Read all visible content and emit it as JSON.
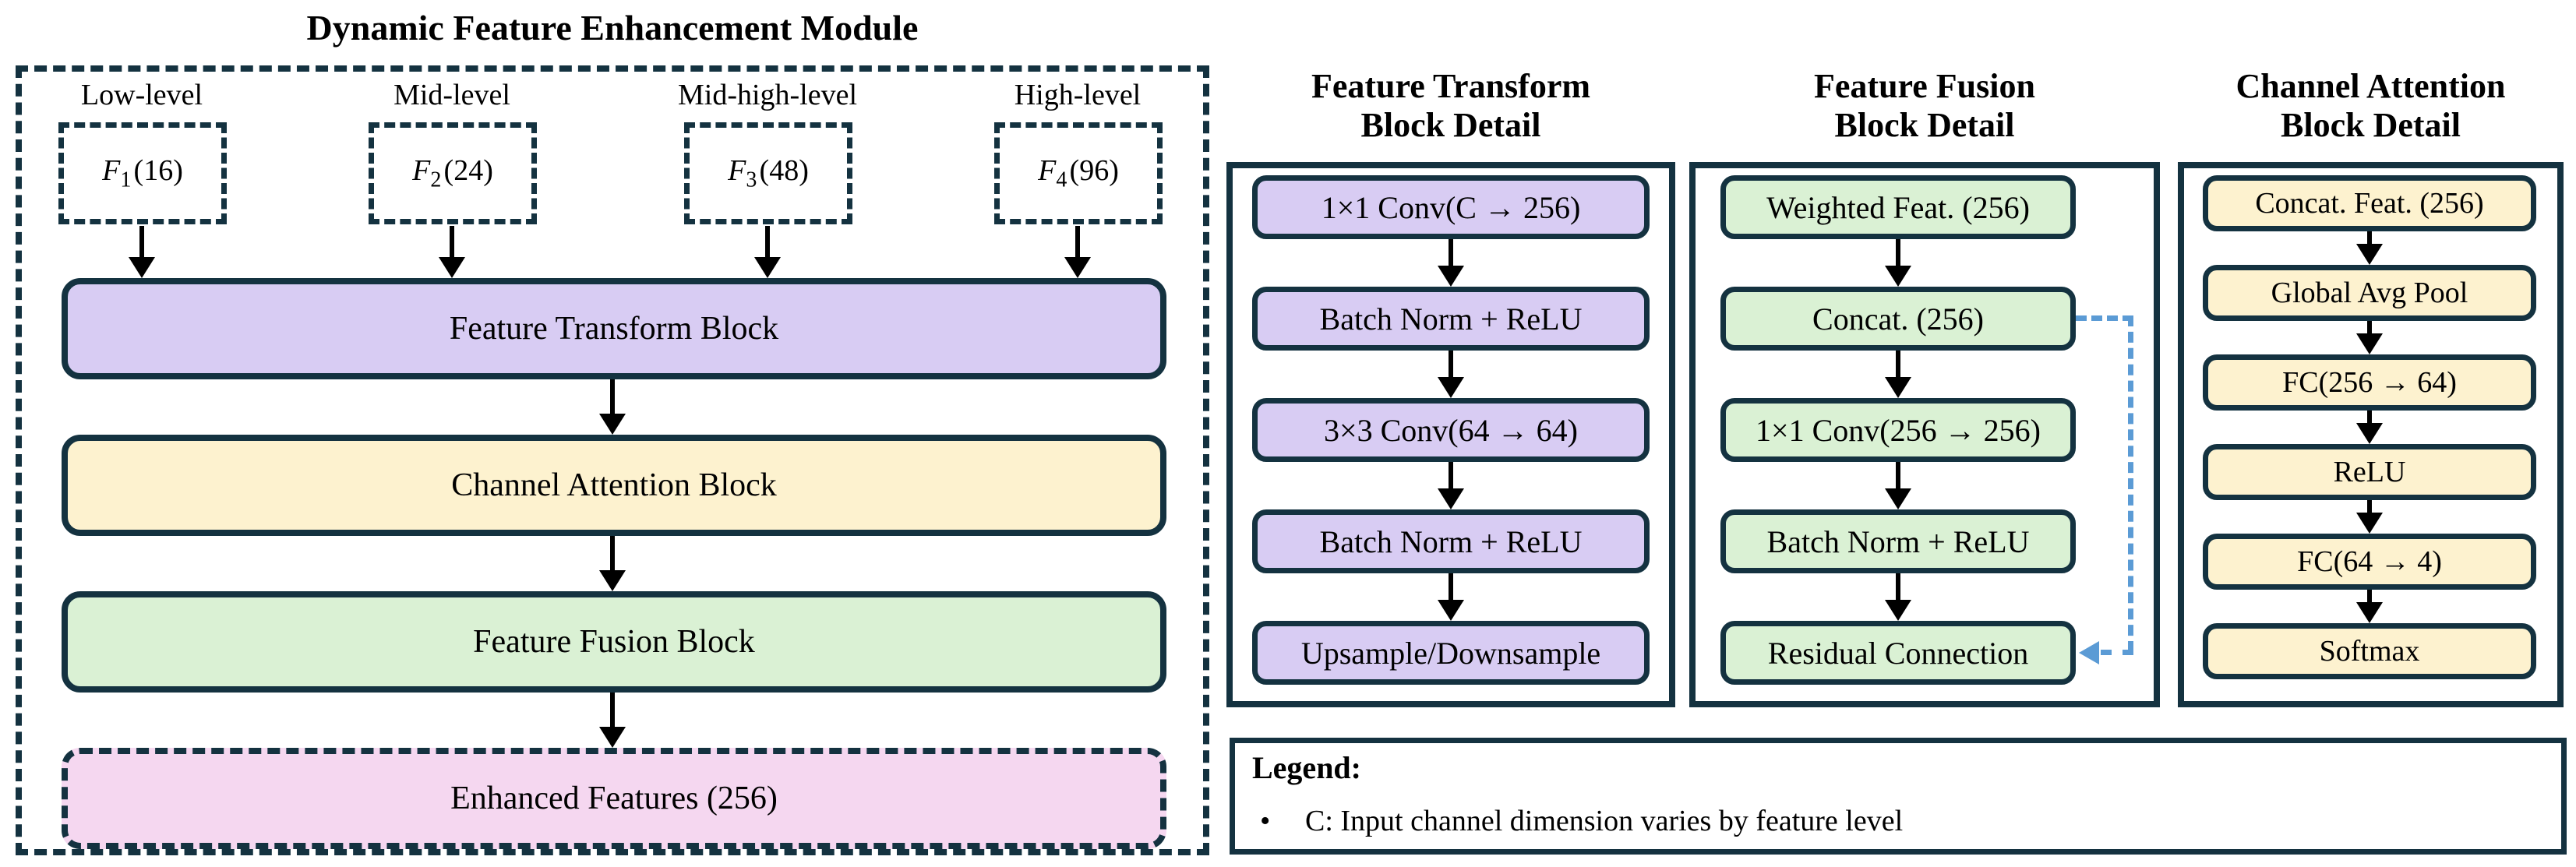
{
  "colors": {
    "border_dark": "#143240",
    "purple": "#d8ccf3",
    "yellow": "#fdf2cf",
    "green": "#daf1d4",
    "pink": "#f5d7f0",
    "blue_dashed": "#5b9bd5",
    "arrow_black": "#000000"
  },
  "left_panel": {
    "title": "Dynamic Feature Enhancement Module",
    "inputs": [
      {
        "level": "Low-level",
        "f": "F",
        "sub": "1",
        "dims": "(16)"
      },
      {
        "level": "Mid-level",
        "f": "F",
        "sub": "2",
        "dims": "(24)"
      },
      {
        "level": "Mid-high-level",
        "f": "F",
        "sub": "3",
        "dims": "(48)"
      },
      {
        "level": "High-level",
        "f": "F",
        "sub": "4",
        "dims": "(96)"
      }
    ],
    "blocks": [
      {
        "label": "Feature Transform Block"
      },
      {
        "label": "Channel Attention Block"
      },
      {
        "label": "Feature Fusion Block"
      },
      {
        "label": "Enhanced Features (256)"
      }
    ]
  },
  "transform_detail": {
    "title_line1": "Feature Transform",
    "title_line2": "Block Detail",
    "steps": [
      "1×1 Conv(C → 256)",
      "Batch Norm + ReLU",
      "3×3 Conv(64 → 64)",
      "Batch Norm + ReLU",
      "Upsample/Downsample"
    ]
  },
  "fusion_detail": {
    "title_line1": "Feature Fusion",
    "title_line2": "Block Detail",
    "steps": [
      "Weighted Feat. (256)",
      "Concat. (256)",
      "1×1 Conv(256 → 256)",
      "Batch Norm + ReLU",
      "Residual Connection"
    ]
  },
  "attention_detail": {
    "title_line1": "Channel Attention",
    "title_line2": "Block Detail",
    "steps": [
      "Concat. Feat. (256)",
      "Global Avg Pool",
      "FC(256 → 64)",
      "ReLU",
      "FC(64 → 4)",
      "Softmax"
    ]
  },
  "legend": {
    "title": "Legend:",
    "bullet": "•",
    "item": "C: Input channel dimension varies by feature level"
  }
}
